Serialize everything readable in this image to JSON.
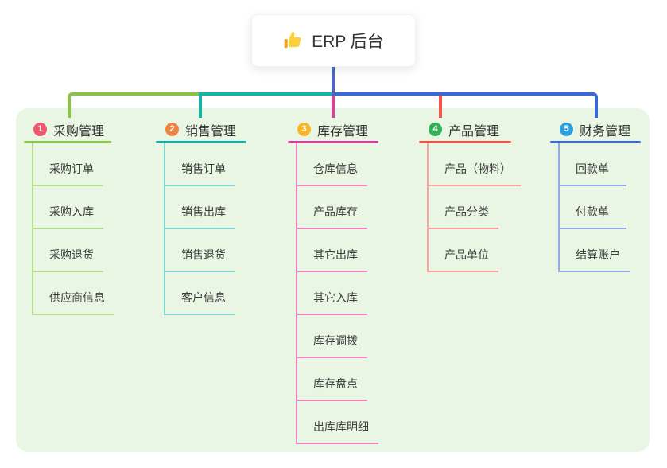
{
  "root": {
    "icon": "thumbs-up-icon",
    "title": "ERP 后台"
  },
  "colors": {
    "panel_bg": "#e9f6e3",
    "trunk": "#4a67c8"
  },
  "branches": [
    {
      "num": "1",
      "label": "采购管理",
      "badge": "#f2566f",
      "line": "#8bc34a",
      "light": "#b5db90",
      "children": [
        "采购订单",
        "采购入库",
        "采购退货",
        "供应商信息"
      ]
    },
    {
      "num": "2",
      "label": "销售管理",
      "badge": "#ef8340",
      "line": "#16b3a7",
      "light": "#82d5cc",
      "children": [
        "销售订单",
        "销售出库",
        "销售退货",
        "客户信息"
      ]
    },
    {
      "num": "3",
      "label": "库存管理",
      "badge": "#f8b526",
      "line": "#dd3d9d",
      "light": "#f083bd",
      "children": [
        "仓库信息",
        "产品库存",
        "其它出库",
        "其它入库",
        "库存调拨",
        "库存盘点",
        "出库库明细"
      ]
    },
    {
      "num": "4",
      "label": "产品管理",
      "badge": "#31b156",
      "line": "#f8544b",
      "light": "#fba29c",
      "children": [
        "产品（物料）",
        "产品分类",
        "产品单位"
      ]
    },
    {
      "num": "5",
      "label": "财务管理",
      "badge": "#2aa0e2",
      "line": "#3c68d5",
      "light": "#93a9e2",
      "children": [
        "回款单",
        "付款单",
        "结算账户"
      ]
    }
  ]
}
